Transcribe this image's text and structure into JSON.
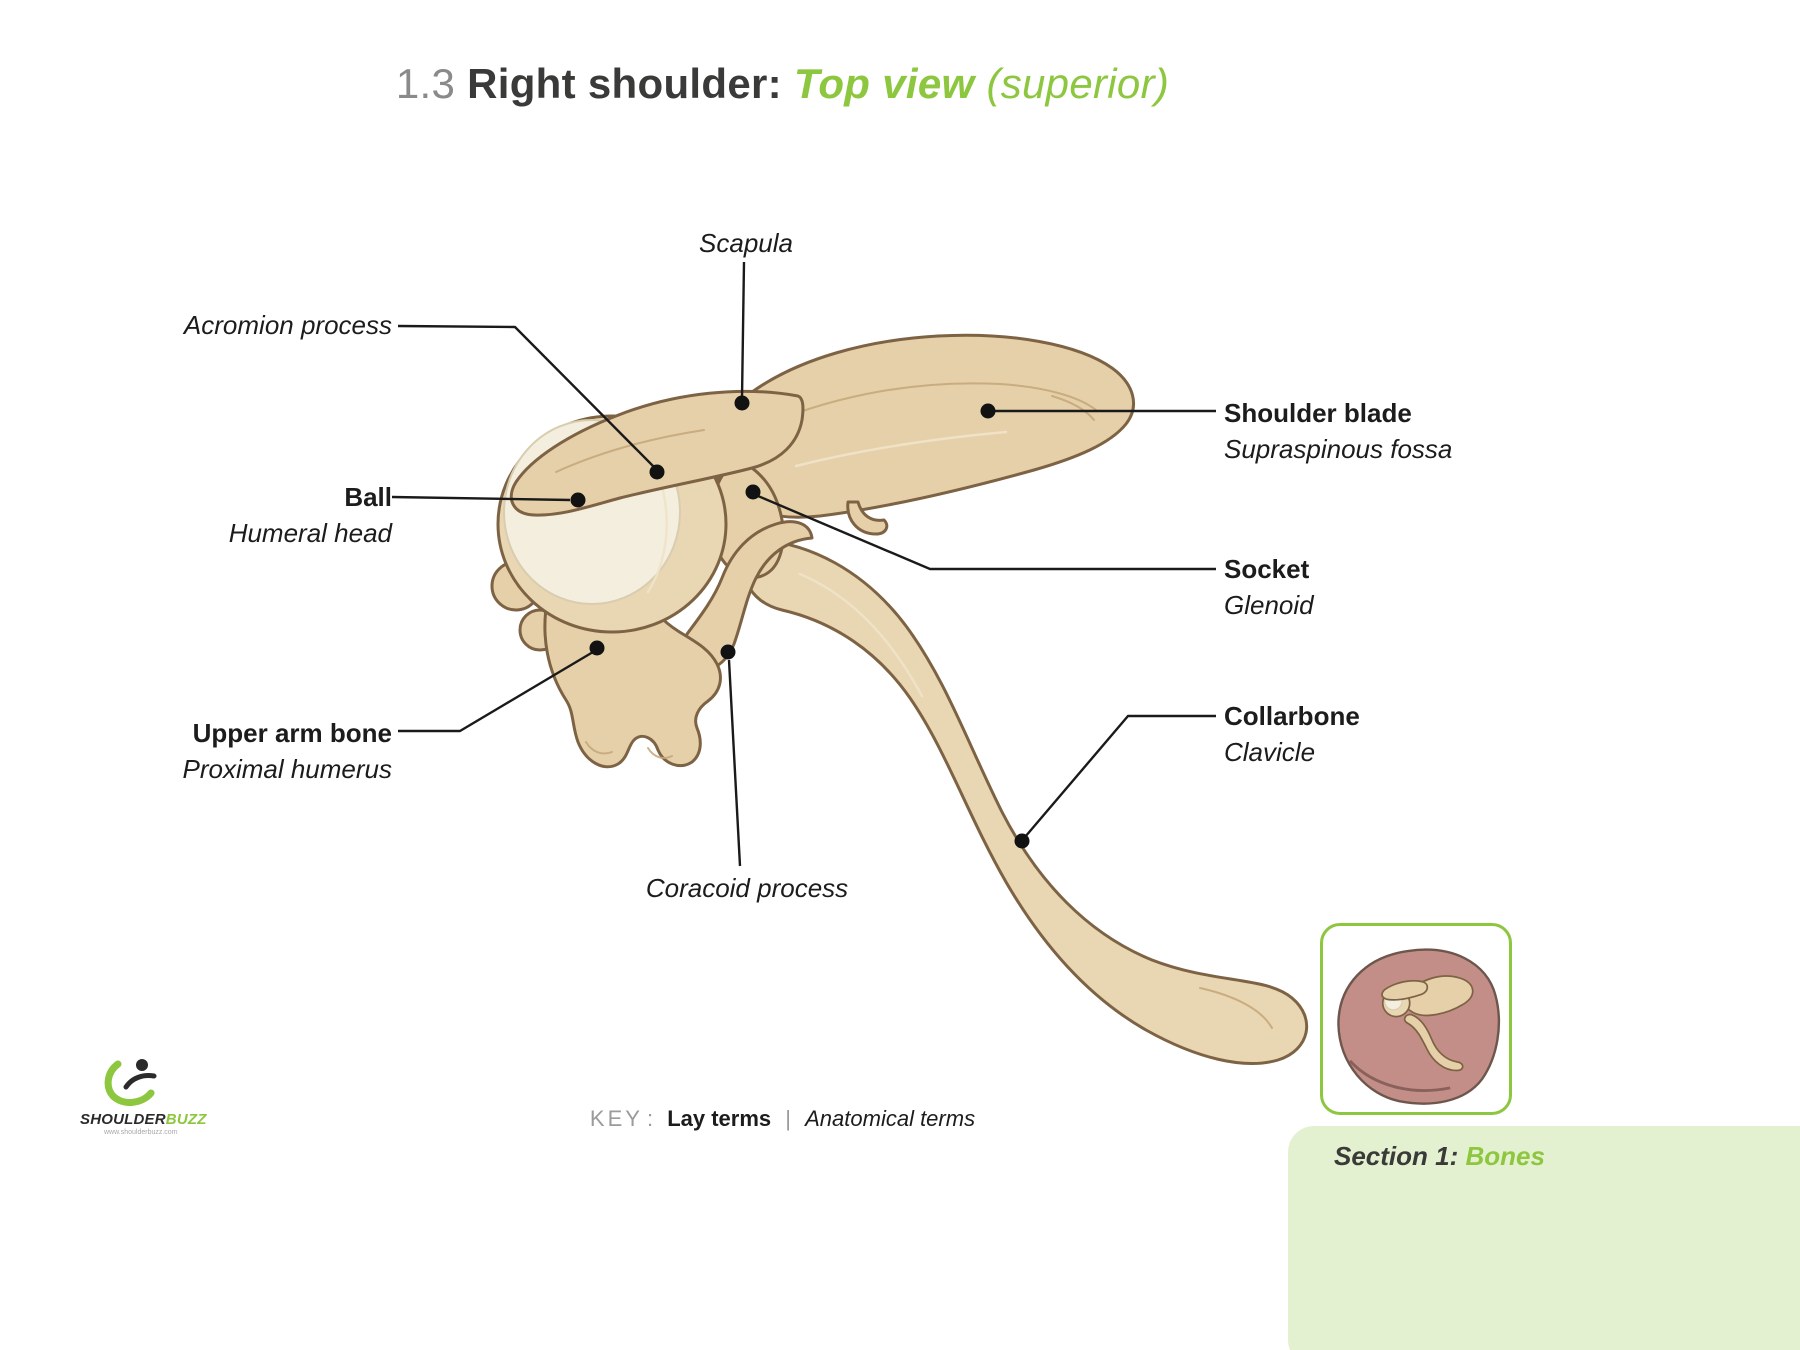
{
  "title": {
    "number": "1.3",
    "main": "Right shoulder:",
    "view": "Top view",
    "qualifier": "(superior)"
  },
  "annotations": {
    "scapula": {
      "anatomical": "Scapula"
    },
    "acromion_process": {
      "anatomical": "Acromion process"
    },
    "shoulder_blade": {
      "lay": "Shoulder blade",
      "anatomical": "Supraspinous fossa"
    },
    "ball": {
      "lay": "Ball",
      "anatomical": "Humeral head"
    },
    "socket": {
      "lay": "Socket",
      "anatomical": "Glenoid"
    },
    "upper_arm_bone": {
      "lay": "Upper arm bone",
      "anatomical": "Proximal humerus"
    },
    "collarbone": {
      "lay": "Collarbone",
      "anatomical": "Clavicle"
    },
    "coracoid_process": {
      "anatomical": "Coracoid process"
    }
  },
  "legend": {
    "label": "KEY",
    "separator": ":",
    "lay_terms": "Lay terms",
    "divider": "|",
    "anatomical_terms": "Anatomical terms"
  },
  "branding": {
    "name_primary": "SHOULDER",
    "name_accent": "BUZZ",
    "url": "www.shoulderbuzz.com"
  },
  "section_banner": {
    "label": "Section 1:",
    "value": "Bones"
  },
  "colors": {
    "accent_green": "#8dc63f",
    "title_dark": "#3a3a39",
    "bone_fill": "#e6d0a9",
    "bone_outline": "#7d6344",
    "cartilage": "#f4eede",
    "skin_fill": "#c48e88",
    "banner_bg": "#e4f1d0",
    "leader_line": "#1a1a1a"
  }
}
